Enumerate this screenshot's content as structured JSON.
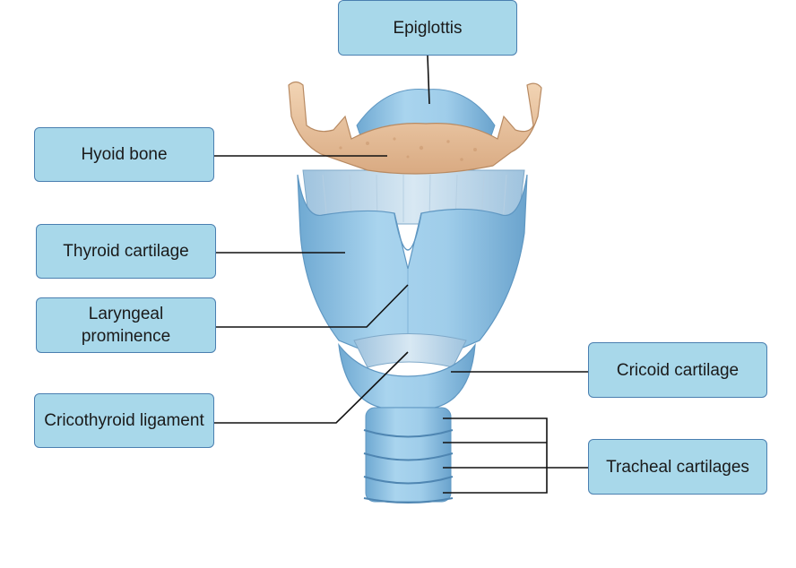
{
  "labels": {
    "epiglottis": "Epiglottis",
    "hyoid_bone": "Hyoid bone",
    "thyroid_cartilage": "Thyroid cartilage",
    "laryngeal_prominence": "Laryngeal\nprominence",
    "cricothyroid_ligament": "Cricothyroid ligament",
    "cricoid_cartilage": "Cricoid cartilage",
    "tracheal_cartilages": "Tracheal cartilages"
  },
  "colors": {
    "label_fill": "#a8d8ea",
    "label_border": "#4a7fb0",
    "cartilage_blue": "#8cc2e2",
    "bone": "#e8c4a0",
    "leader_line": "#111111"
  }
}
